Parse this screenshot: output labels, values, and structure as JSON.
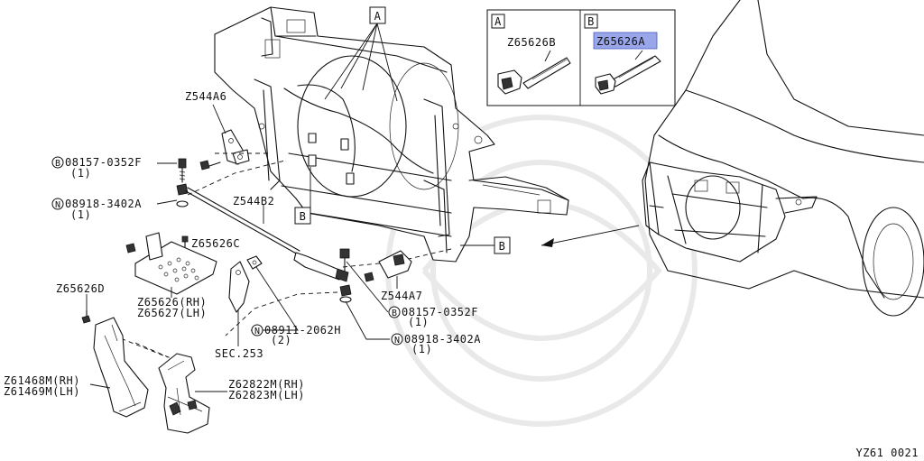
{
  "callouts": {
    "A": "A",
    "B": "B"
  },
  "legend": {
    "a_letter": "A",
    "b_letter": "B",
    "a_part": "Z65626B",
    "b_part": "Z65626A",
    "highlight_color": "#9aa6ea"
  },
  "parts": {
    "z544a6": "Z544A6",
    "bolt_left": "08157-0352F",
    "bolt_left_qty": "(1)",
    "bolt_left_prefix": "B",
    "nut_left": "08918-3402A",
    "nut_left_qty": "(1)",
    "nut_left_prefix": "N",
    "z544b2": "Z544B2",
    "z65626c": "Z65626C",
    "z65626_rh": "Z65626(RH)",
    "z65627_lh": "Z65627(LH)",
    "z65626d": "Z65626D",
    "z544a7": "Z544A7",
    "bolt_right": "08157-0352F",
    "bolt_right_qty": "(1)",
    "bolt_right_prefix": "B",
    "nut_mid": "08911-2062H",
    "nut_mid_qty": "(2)",
    "nut_mid_prefix": "N",
    "nut_right": "08918-3402A",
    "nut_right_qty": "(1)",
    "nut_right_prefix": "N",
    "sec": "SEC.253",
    "z61468m": "Z61468M(RH)",
    "z61469m": "Z61469M(LH)",
    "z62822m": "Z62822M(RH)",
    "z62823m": "Z62823M(LH)"
  },
  "footer": {
    "code": "YZ61 0021"
  }
}
